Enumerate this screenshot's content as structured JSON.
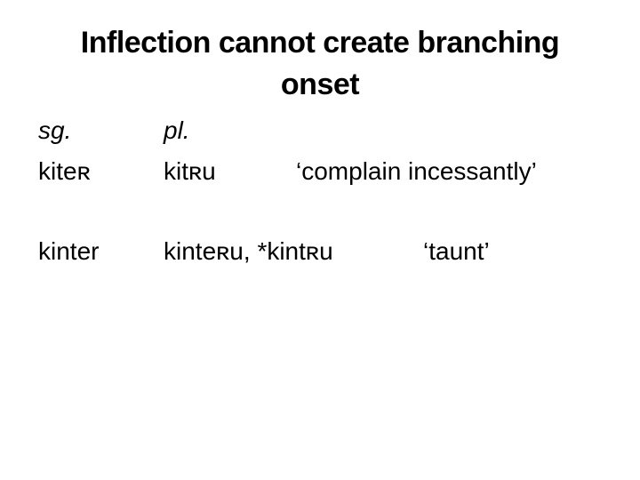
{
  "slide": {
    "background_color": "#ffffff",
    "text_color": "#000000",
    "title": {
      "line1": "Inflection cannot create branching",
      "line2": "onset"
    },
    "paradigm_table": {
      "headers": {
        "singular": "sg.",
        "plural": "pl."
      },
      "rows": [
        {
          "sg": "kiteʀ",
          "pl": "kitʀu",
          "gloss": "‘complain incessantly’"
        },
        {
          "sg": "kinter",
          "pl": "kinteʀu, *kintʀu",
          "gloss": "‘taunt’"
        }
      ]
    }
  }
}
